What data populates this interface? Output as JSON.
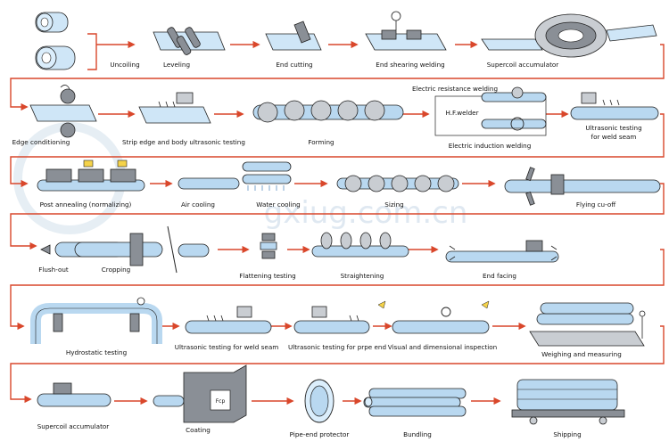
{
  "colors": {
    "flow_arrow": "#d9472b",
    "pipe": "#b9d8f0",
    "machine": "#8a8f96"
  },
  "watermark": {
    "text": "gxiug.com.cn"
  },
  "steps": [
    {
      "id": "uncoiling",
      "label": "Uncoiling"
    },
    {
      "id": "leveling",
      "label": "Leveling"
    },
    {
      "id": "end_cutting",
      "label": "End cutting"
    },
    {
      "id": "end_shearing_welding",
      "label": "End shearing welding"
    },
    {
      "id": "supercoil_accumulator_1",
      "label": "Supercoil accumulator"
    },
    {
      "id": "edge_conditioning",
      "label": "Edge conditioning"
    },
    {
      "id": "strip_edge_ut",
      "label": "Strip edge and body ultrasonic testing"
    },
    {
      "id": "forming",
      "label": "Forming"
    },
    {
      "id": "electric_resistance_welding",
      "label": "Electric resistance welding"
    },
    {
      "id": "hf_welder",
      "label": "H.F.welder"
    },
    {
      "id": "electric_induction_welding",
      "label": "Electric induction welding"
    },
    {
      "id": "ut_weld_seam_1",
      "label": "Ultrasonic testing for weld seam",
      "lines": [
        "Ultrasonic testing",
        "for weld seam"
      ]
    },
    {
      "id": "post_annealing",
      "label": "Post annealing (normalizing)"
    },
    {
      "id": "air_cooling",
      "label": "Air cooling"
    },
    {
      "id": "water_cooling",
      "label": "Water cooling"
    },
    {
      "id": "sizing",
      "label": "Sizing"
    },
    {
      "id": "flying_cutoff",
      "label": "Flying cu-off"
    },
    {
      "id": "flush_out",
      "label": "Flush-out"
    },
    {
      "id": "cropping",
      "label": "Cropping"
    },
    {
      "id": "flattening_testing",
      "label": "Flattening testing"
    },
    {
      "id": "straightening",
      "label": "Straightening"
    },
    {
      "id": "end_facing",
      "label": "End facing"
    },
    {
      "id": "hydrostatic_testing",
      "label": "Hydrostatic testing"
    },
    {
      "id": "ut_weld_seam_2",
      "label": "Ultrasonic testing for weld seam"
    },
    {
      "id": "ut_pipe_end",
      "label": "Ultrasonic testing for prpe end"
    },
    {
      "id": "visual_inspection",
      "label": "Visual and dimensional inspection"
    },
    {
      "id": "weighing_measuring",
      "label": "Weighing and measuring"
    },
    {
      "id": "supercoil_accumulator_2",
      "label": "Supercoil accumulator"
    },
    {
      "id": "coating",
      "label": "Coating"
    },
    {
      "id": "pipe_end_protector",
      "label": "Pipe-end protector"
    },
    {
      "id": "bundling",
      "label": "Bundling"
    },
    {
      "id": "shipping",
      "label": "Shipping"
    }
  ],
  "device_text": {
    "coating_box": "Fcp"
  }
}
